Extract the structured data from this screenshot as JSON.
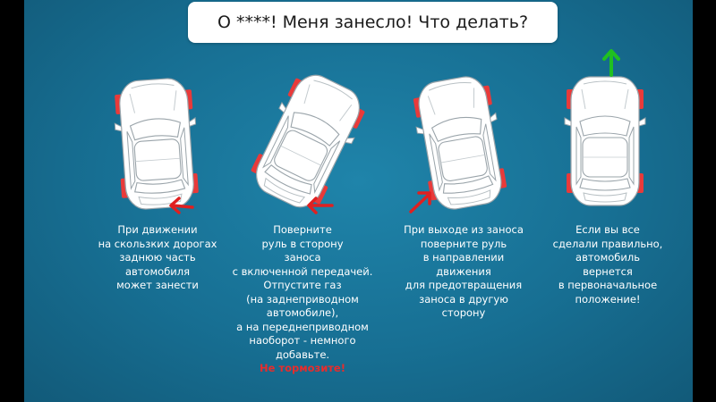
{
  "title": "О ****! Меня занесло! Что делать?",
  "colors": {
    "background": "#176f93",
    "wheel": "#e83a3a",
    "arrow_red": "#e02020",
    "arrow_green": "#20c020",
    "caption_warn": "#e82c2c"
  },
  "panels": [
    {
      "caption": [
        "При движении",
        "на скользких дорогах",
        "заднюю часть",
        "автомобиля",
        "может занести"
      ],
      "arrow": "red-left-arrow-icon"
    },
    {
      "caption": [
        "Поверните",
        "руль в сторону",
        "заноса",
        "с включенной передачей.",
        "Отпустите газ",
        "(на заднеприводном",
        "автомобиле),",
        "а на переднеприводном",
        "наоборот - немного",
        "добавьте."
      ],
      "warning": "Не тормозите!",
      "arrow": "red-left-arrow-icon"
    },
    {
      "caption": [
        "При выходе из заноса",
        "поверните руль",
        "в направлении",
        "движения",
        "для предотвращения",
        "заноса в другую",
        "сторону"
      ],
      "arrow": "red-diagonal-arrow-icon"
    },
    {
      "caption": [
        "Если вы все",
        "сделали правильно,",
        "автомобиль",
        "вернется",
        "в первоначальное",
        "положение!"
      ],
      "arrow": "green-up-arrow-icon"
    }
  ]
}
